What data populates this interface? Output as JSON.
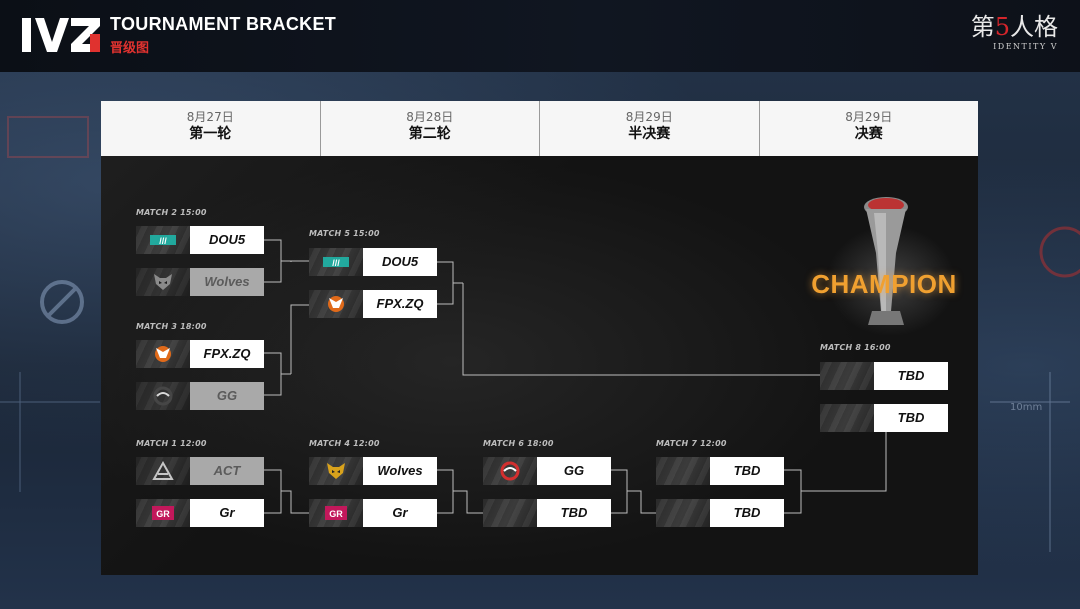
{
  "header": {
    "title": "TOURNAMENT BRACKET",
    "subtitle": "晋级图",
    "game_logo_cn_1": "第",
    "game_logo_cn_5": "5",
    "game_logo_cn_2": "人格",
    "game_logo_en": "IDENTITY V"
  },
  "rounds": [
    {
      "date": "8月27日",
      "name": "第一轮"
    },
    {
      "date": "8月28日",
      "name": "第二轮"
    },
    {
      "date": "8月29日",
      "name": "半决赛"
    },
    {
      "date": "8月29日",
      "name": "决赛"
    }
  ],
  "matches": {
    "m2": {
      "label": "MATCH 2 15:00",
      "team1": "DOU5",
      "team2": "Wolves"
    },
    "m3": {
      "label": "MATCH 3 18:00",
      "team1": "FPX.ZQ",
      "team2": "GG"
    },
    "m1": {
      "label": "MATCH 1 12:00",
      "team1": "ACT",
      "team2": "Gr"
    },
    "m5": {
      "label": "MATCH 5 15:00",
      "team1": "DOU5",
      "team2": "FPX.ZQ"
    },
    "m4": {
      "label": "MATCH 4 12:00",
      "team1": "Wolves",
      "team2": "Gr"
    },
    "m6": {
      "label": "MATCH 6 18:00",
      "team1": "GG",
      "team2": "TBD"
    },
    "m7": {
      "label": "MATCH 7 12:00",
      "team1": "TBD",
      "team2": "TBD"
    },
    "m8": {
      "label": "MATCH 8 16:00",
      "team1": "TBD",
      "team2": "TBD"
    }
  },
  "champion": "CHAMPION",
  "colors": {
    "accent_red": "#e0322f",
    "champion_gold": "#f0a030",
    "dou5_teal": "#1fb5a8",
    "fpx_orange": "#e06a1a",
    "wolves_gold": "#d8a21c",
    "gr_pink": "#c2185b",
    "gg_red": "#d32f2f"
  }
}
